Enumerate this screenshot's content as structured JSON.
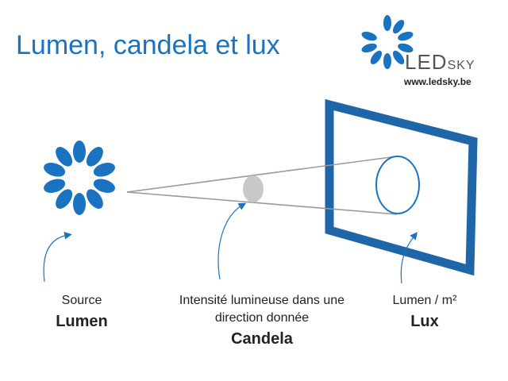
{
  "title": "Lumen,  candela et lux",
  "logo": {
    "main": "LED",
    "suffix": "SKY",
    "url": "www.ledsky.be"
  },
  "labels": {
    "source": {
      "caption": "Source",
      "unit": "Lumen"
    },
    "intensity": {
      "caption_line1": "Intensité lumineuse dans une",
      "caption_line2": "direction donnée",
      "unit": "Candela"
    },
    "illuminance": {
      "caption": "Lumen / m²",
      "unit": "Lux"
    }
  },
  "colors": {
    "accent": "#1a73c0",
    "panel": "#1f66a8",
    "ray": "#999999",
    "spot": "#c8c8c8"
  },
  "icons": [
    "sun-burst-icon",
    "logo-burst-icon"
  ]
}
